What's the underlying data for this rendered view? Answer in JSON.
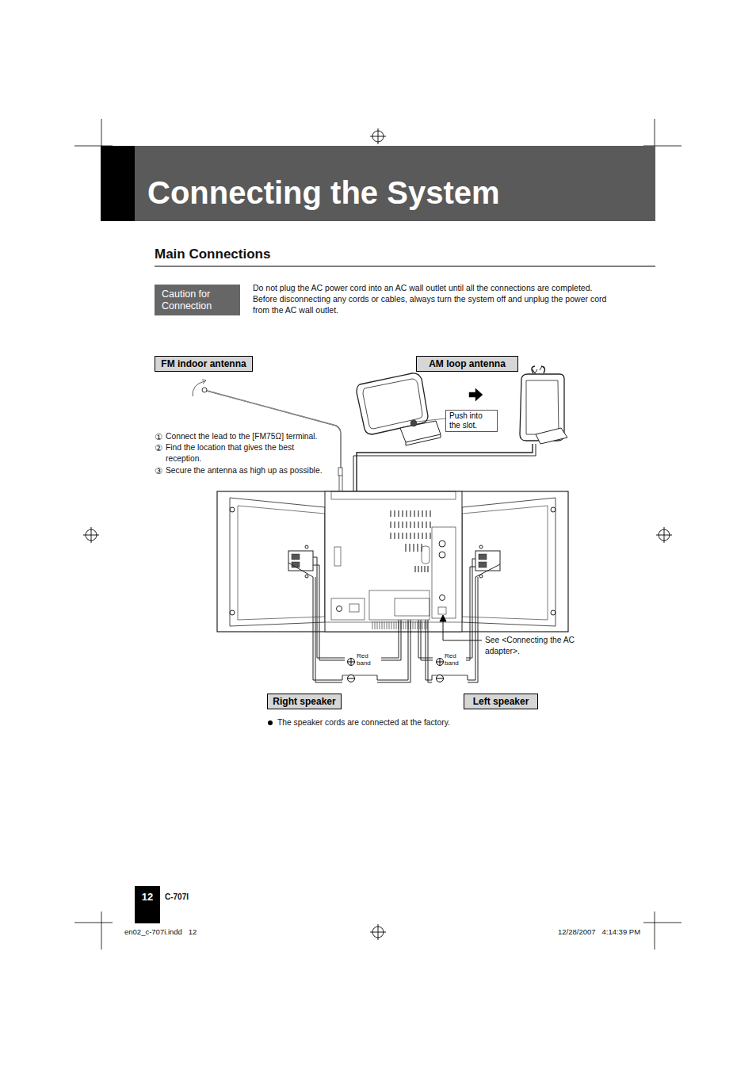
{
  "diagram": {
    "title": "Connecting the System",
    "nodes": [
      {
        "text": [
          "Caution for Connection"
        ]
      },
      {
        "text": [
          "FM indoor antenna"
        ]
      },
      {
        "text": [
          "AM loop antenna"
        ]
      },
      {
        "text": [
          "Push into the slot."
        ]
      },
      {
        "text": [
          "Right speaker"
        ]
      },
      {
        "text": [
          "Left speaker"
        ]
      },
      {
        "text": [
          "12"
        ]
      }
    ],
    "labels": [
      "Main Connections",
      "Do not plug the AC power cord into an AC wall outlet until all the connections are completed. Before disconnecting any cords or cables, always turn the system off and unplug the power cord from the AC wall outlet.",
      "①",
      "Connect the lead to the [FM75Ω] terminal.",
      "②",
      "Find the location that gives the best reception.",
      "③",
      "Secure the antenna as high up as possible.",
      "Red band",
      "Red band",
      "See <Connecting the AC adapter>.",
      "The speaker cords are connected at the factory.",
      "C-707I",
      "en02_c-707i.indd   12",
      "12/28/2007   4:14:39 PM"
    ]
  }
}
